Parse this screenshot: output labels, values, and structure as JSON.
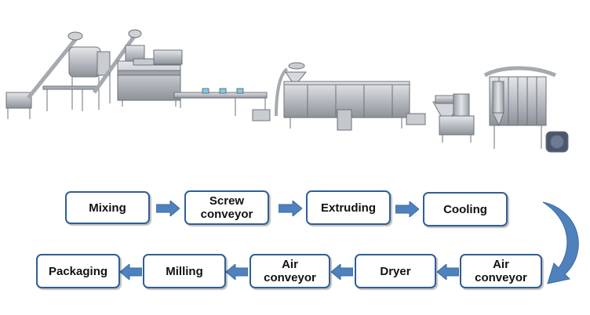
{
  "process": {
    "row1": [
      {
        "label": "Mixing"
      },
      {
        "label": "Screw\nconveyor"
      },
      {
        "label": "Extruding"
      },
      {
        "label": "Cooling"
      }
    ],
    "row2": [
      {
        "label": "Air\nconveyor"
      },
      {
        "label": "Dryer"
      },
      {
        "label": "Air\nconveyor"
      },
      {
        "label": "Milling"
      },
      {
        "label": "Packaging"
      }
    ]
  },
  "colors": {
    "box_border": "#2f5f96",
    "arrow_fill": "#4f81bd",
    "machine_steel": "#b8bcc2"
  },
  "illustration": {
    "subject": "food extrusion production line machinery (mixer, screw conveyors, extruder, cooling conveyor, dryer oven, mill, cyclone dust collector)"
  }
}
